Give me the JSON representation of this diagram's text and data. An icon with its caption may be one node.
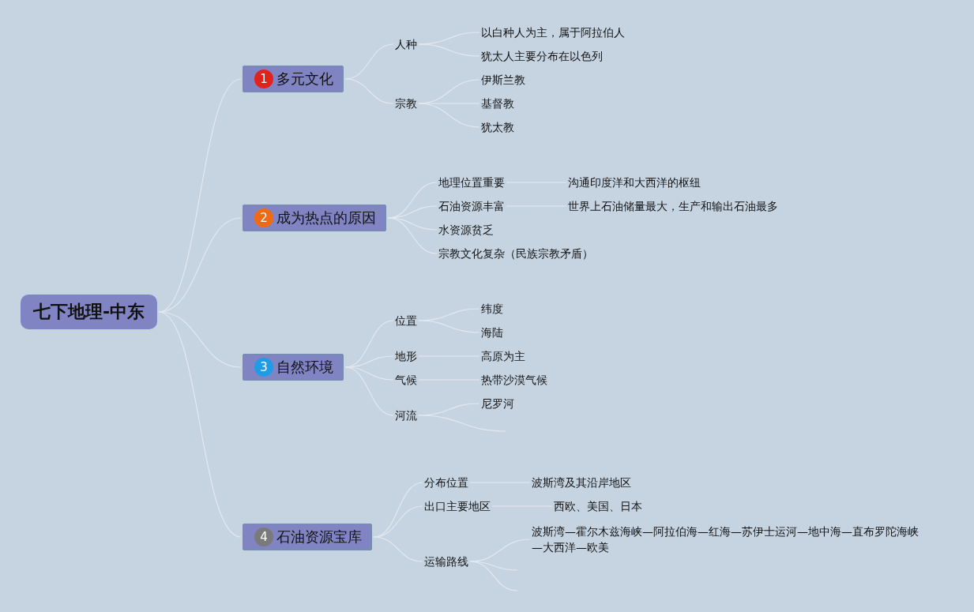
{
  "diagram": {
    "nodes": [
      {
        "text": [
          "七下地理-中东"
        ]
      },
      {
        "text": [
          "多元文化"
        ]
      },
      {
        "text": [
          "1"
        ],
        "in": 1
      },
      {
        "text": [
          "人种"
        ]
      },
      {
        "text": [
          "以白种人为主，属于阿拉伯人"
        ]
      },
      {
        "text": [
          "犹太人主要分布在以色列"
        ]
      },
      {
        "text": [
          "宗教"
        ]
      },
      {
        "text": [
          "伊斯兰教"
        ]
      },
      {
        "text": [
          "基督教"
        ]
      },
      {
        "text": [
          "犹太教"
        ]
      },
      {
        "text": [
          "成为热点的原因"
        ]
      },
      {
        "text": [
          "2"
        ],
        "in": 10
      },
      {
        "text": [
          "地理位置重要"
        ]
      },
      {
        "text": [
          "沟通印度洋和大西洋的枢纽"
        ]
      },
      {
        "text": [
          "石油资源丰富"
        ]
      },
      {
        "text": [
          "世界上石油储量最大，生产和输出石油最多"
        ]
      },
      {
        "text": [
          "水资源贫乏"
        ]
      },
      {
        "text": [
          "宗教文化复杂（民族宗教矛盾）"
        ]
      },
      {
        "text": [
          "自然环境"
        ]
      },
      {
        "text": [
          "3"
        ],
        "in": 18
      },
      {
        "text": [
          "位置"
        ]
      },
      {
        "text": [
          "纬度"
        ]
      },
      {
        "text": [
          "海陆"
        ]
      },
      {
        "text": [
          "地形"
        ]
      },
      {
        "text": [
          "高原为主"
        ]
      },
      {
        "text": [
          "气候"
        ]
      },
      {
        "text": [
          "热带沙漠气候"
        ]
      },
      {
        "text": [
          "河流"
        ]
      },
      {
        "text": [
          "尼罗河"
        ]
      },
      {
        "text": [
          "石油资源宝库"
        ]
      },
      {
        "text": [
          "4"
        ],
        "in": 29
      },
      {
        "text": [
          "分布位置"
        ]
      },
      {
        "text": [
          "波斯湾及其沿岸地区"
        ]
      },
      {
        "text": [
          "出口主要地区"
        ]
      },
      {
        "text": [
          "西欧、美国、日本"
        ]
      },
      {
        "text": [
          "运输路线"
        ]
      },
      {
        "text": [
          "波斯湾—霍尔木兹海峡—阿拉伯海—红海—苏伊士运河—地中海—直布罗陀海峡—大西洋—欧美"
        ]
      }
    ],
    "edges": [
      {
        "from": 0,
        "to": 1,
        "arrow": "none"
      },
      {
        "from": 0,
        "to": 10,
        "arrow": "none"
      },
      {
        "from": 0,
        "to": 18,
        "arrow": "none"
      },
      {
        "from": 0,
        "to": 29,
        "arrow": "none"
      },
      {
        "from": 1,
        "to": 3,
        "arrow": "none"
      },
      {
        "from": 1,
        "to": 6,
        "arrow": "none"
      },
      {
        "from": 3,
        "to": 4,
        "arrow": "none"
      },
      {
        "from": 3,
        "to": 5,
        "arrow": "none"
      },
      {
        "from": 6,
        "to": 7,
        "arrow": "none"
      },
      {
        "from": 6,
        "to": 8,
        "arrow": "none"
      },
      {
        "from": 6,
        "to": 9,
        "arrow": "none"
      },
      {
        "from": 10,
        "to": 12,
        "arrow": "none"
      },
      {
        "from": 10,
        "to": 14,
        "arrow": "none"
      },
      {
        "from": 10,
        "to": 16,
        "arrow": "none"
      },
      {
        "from": 10,
        "to": 17,
        "arrow": "none"
      },
      {
        "from": 12,
        "to": 13,
        "arrow": "none"
      },
      {
        "from": 14,
        "to": 15,
        "arrow": "none"
      },
      {
        "from": 18,
        "to": 20,
        "arrow": "none"
      },
      {
        "from": 18,
        "to": 23,
        "arrow": "none"
      },
      {
        "from": 18,
        "to": 25,
        "arrow": "none"
      },
      {
        "from": 18,
        "to": 27,
        "arrow": "none"
      },
      {
        "from": 20,
        "to": 21,
        "arrow": "none"
      },
      {
        "from": 20,
        "to": 22,
        "arrow": "none"
      },
      {
        "from": 23,
        "to": 24,
        "arrow": "none"
      },
      {
        "from": 25,
        "to": 26,
        "arrow": "none"
      },
      {
        "from": 27,
        "to": 28,
        "arrow": "none"
      },
      {
        "from": 27,
        "to": null,
        "arrow": "none"
      },
      {
        "from": 29,
        "to": 31,
        "arrow": "none"
      },
      {
        "from": 29,
        "to": 33,
        "arrow": "none"
      },
      {
        "from": 29,
        "to": 35,
        "arrow": "none"
      },
      {
        "from": 31,
        "to": 32,
        "arrow": "none"
      },
      {
        "from": 33,
        "to": 34,
        "arrow": "none"
      },
      {
        "from": 35,
        "to": 36,
        "arrow": "none"
      },
      {
        "from": 35,
        "to": null,
        "arrow": "none"
      },
      {
        "from": 35,
        "to": null,
        "arrow": "none"
      }
    ]
  }
}
